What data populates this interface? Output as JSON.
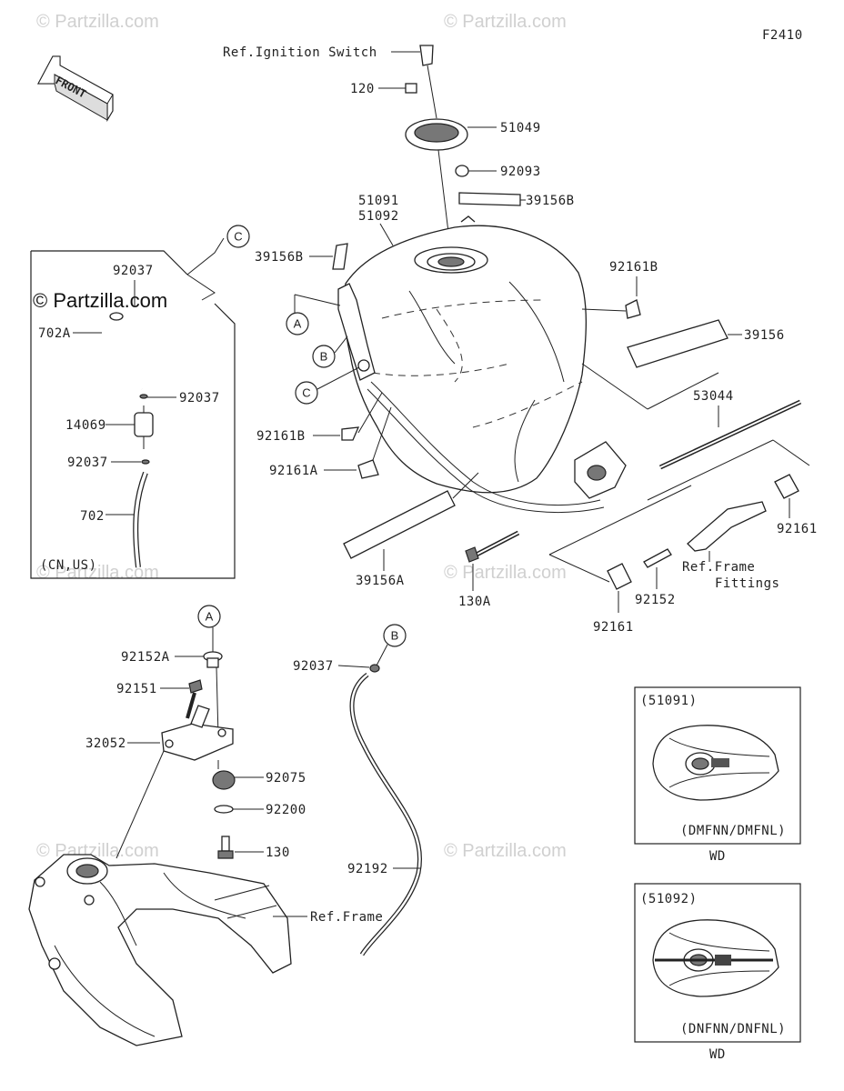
{
  "diagram_code": "F2410",
  "front_arrow": "FRONT",
  "watermark": "© Partzilla.com",
  "callouts": {
    "A": "A",
    "B": "B",
    "C": "C"
  },
  "labels": {
    "ref_ignition": "Ref.Ignition Switch",
    "p120": "120",
    "p51049": "51049",
    "p92093": "92093",
    "p39156B_top": "39156B",
    "p51091": "51091",
    "p51092": "51092",
    "p39156B_left": "39156B",
    "p92161B_right": "92161B",
    "p39156": "39156",
    "p53044": "53044",
    "p92161B_left": "92161B",
    "p92161A": "92161A",
    "p39156A": "39156A",
    "p130A": "130A",
    "p92152": "92152",
    "p92161_right": "92161",
    "p92161_bottom": "92161",
    "ref_frame_fittings_1": "Ref.Frame",
    "ref_frame_fittings_2": "Fittings",
    "p92037_1": "92037",
    "p702A": "702A",
    "p92037_2": "92037",
    "p14069": "14069",
    "p92037_3": "92037",
    "p702": "702",
    "cn_us": "(CN,US)",
    "p92152A": "92152A",
    "p92151": "92151",
    "p32052": "32052",
    "p92075": "92075",
    "p92200": "92200",
    "p130": "130",
    "ref_frame": "Ref.Frame",
    "p92037_b": "92037",
    "p92192": "92192"
  },
  "variants": [
    {
      "part": "(51091)",
      "models": "(DMFNN/DMFNL)",
      "caption": "WD"
    },
    {
      "part": "(51092)",
      "models": "(DNFNN/DNFNL)",
      "caption": "WD"
    }
  ]
}
